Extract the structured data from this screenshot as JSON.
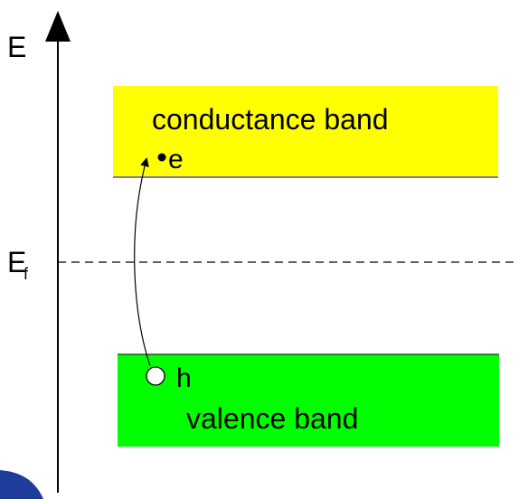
{
  "axis": {
    "label": "E",
    "fermi_label_main": "E",
    "fermi_label_sub": "f"
  },
  "conduction_band": {
    "label": "conductance band",
    "color": "#ffff00",
    "particle_label": "e"
  },
  "valence_band": {
    "label": "valence band",
    "color": "#00ff00",
    "particle_label": "h"
  },
  "colors": {
    "background": "#000000",
    "panel": "#ffffff",
    "line": "#000000",
    "corner_accent": "#1e3c9a"
  }
}
